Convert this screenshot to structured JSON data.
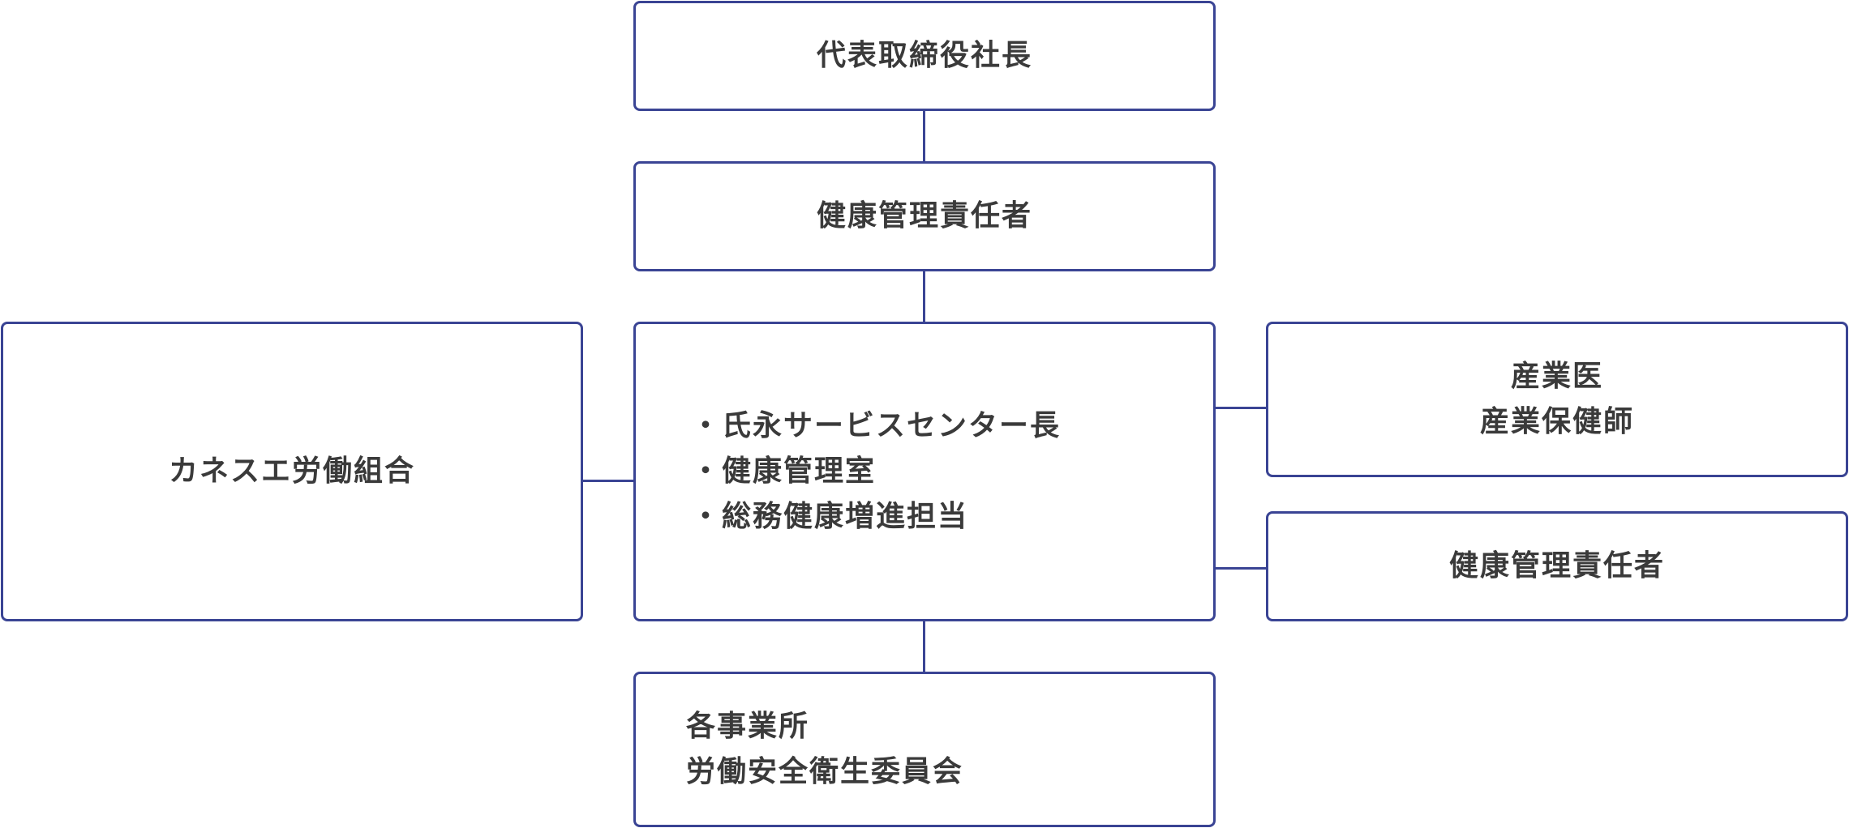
{
  "diagram": {
    "president": "代表取締役社長",
    "health_manager_top": "健康管理責任者",
    "union": "カネスエ労働組合",
    "center_items": [
      "氏永サービスセンター長",
      "健康管理室",
      "総務健康増進担当"
    ],
    "occupational": {
      "line1": "産業医",
      "line2": "産業保健師"
    },
    "health_manager_right": "健康管理責任者",
    "committee": {
      "line1": "各事業所",
      "line2": "労働安全衛生委員会"
    },
    "colors": {
      "border": "#3a4494",
      "text": "#3a3a3a"
    }
  }
}
